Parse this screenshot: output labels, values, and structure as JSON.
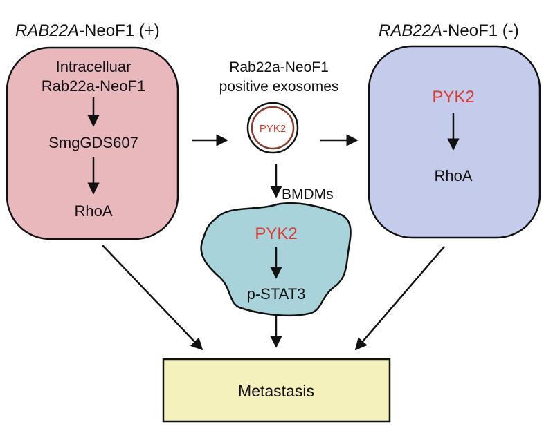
{
  "left_panel": {
    "title_gene": "RAB22A",
    "title_rest": "-NeoF1 (+)",
    "line1": "Intracelluar",
    "line2": "Rab22a-NeoF1",
    "node2": "SmgGDS607",
    "node3": "RhoA",
    "fill": "#e8b8bd"
  },
  "right_panel": {
    "title_gene": "RAB22A",
    "title_rest": "-NeoF1 (-)",
    "node1": "PYK2",
    "node2": "RhoA",
    "fill": "#c5cbea"
  },
  "exosome": {
    "label_line1": "Rab22a-NeoF1",
    "label_line2": "positive exosomes",
    "cargo": "PYK2"
  },
  "bmdm": {
    "label": "BMDMs",
    "node1": "PYK2",
    "node2": "p-STAT3",
    "fill": "#a9d3da"
  },
  "outcome": {
    "label": "Metastasis",
    "fill": "#f4f1bd"
  },
  "colors": {
    "highlight": "#d93a2f"
  }
}
